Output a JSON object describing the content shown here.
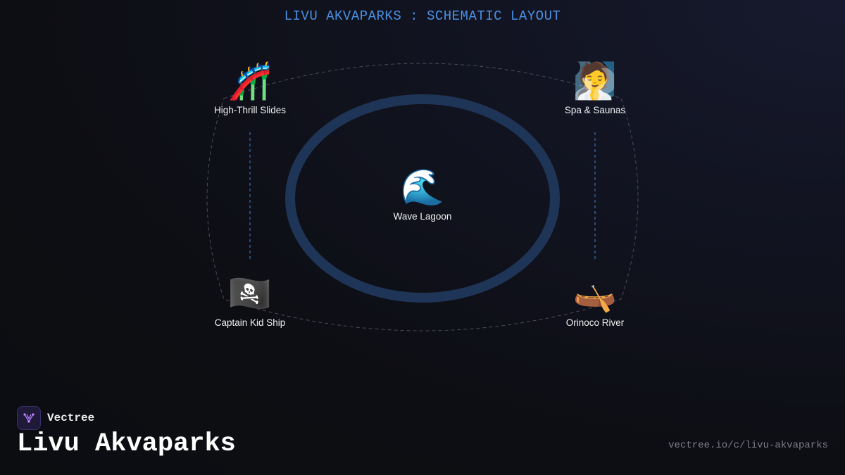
{
  "title": "LIVU AKVAPARKS : SCHEMATIC LAYOUT",
  "zones": [
    {
      "name": "High-Thrill Slides",
      "icon": "roller-coaster-icon",
      "glyph": "🎢"
    },
    {
      "name": "Spa & Saunas",
      "icon": "person-in-steamy-room-icon",
      "glyph": "🧖"
    },
    {
      "name": "Wave Lagoon",
      "icon": "water-wave-icon",
      "glyph": "🌊"
    },
    {
      "name": "Captain Kid Ship",
      "icon": "pirate-flag-icon",
      "glyph": "🏴‍☠️"
    },
    {
      "name": "Orinoco River",
      "icon": "canoe-icon",
      "glyph": "🛶"
    }
  ],
  "colors": {
    "title": "#4a8fe0",
    "lagoon_ring": "#1f3557",
    "path_dashes": "#4a4d58",
    "connector_dashes": "#3b6fb0"
  },
  "brand": {
    "name": "Vectree",
    "icon": "vectree-logo-icon"
  },
  "heading": "Livu Akvaparks",
  "url": "vectree.io/c/livu-akvaparks"
}
